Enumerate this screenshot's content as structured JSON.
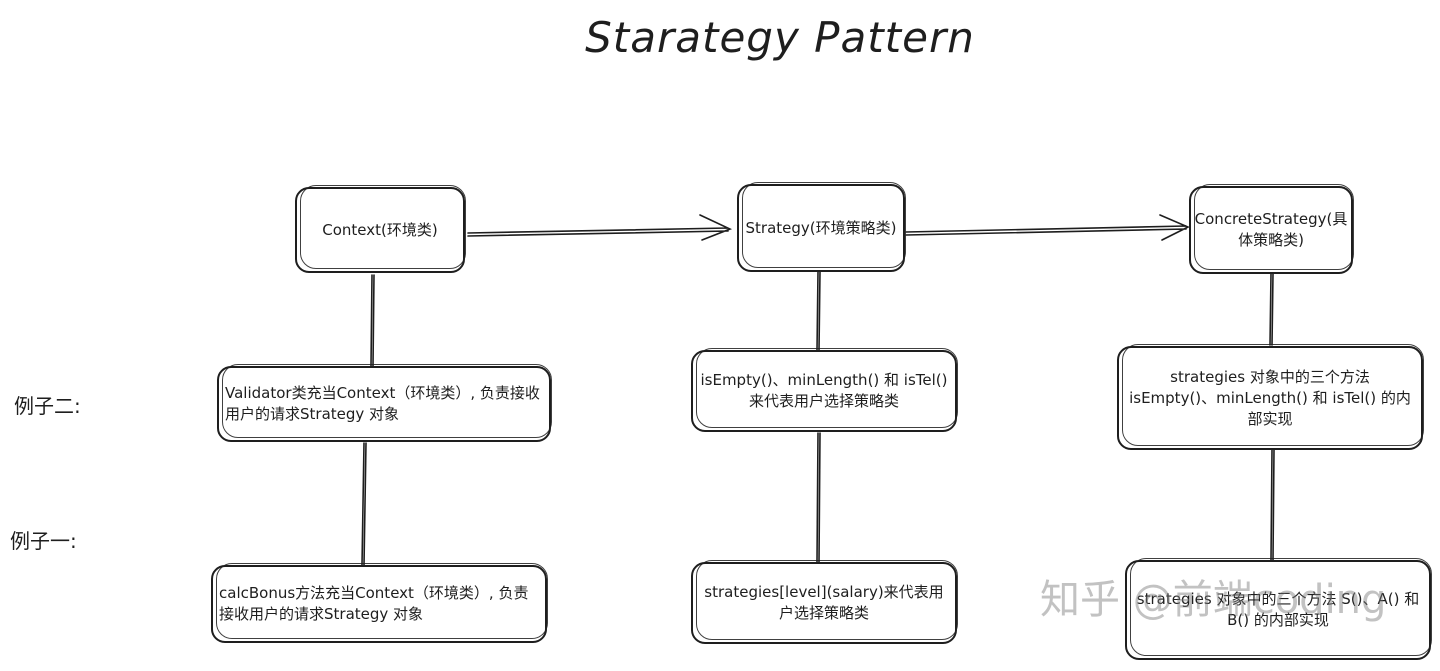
{
  "title": "Starategy Pattern",
  "row_labels": {
    "example2": "例子二:",
    "example1": "例子一:"
  },
  "top": {
    "context": "Context(环境类)",
    "strategy": "Strategy(环境策略类)",
    "concrete": "ConcreteStrategy(具体策略类)"
  },
  "example2": {
    "context": "Validator类充当Context（环境类）, 负责接收用户的请求Strategy 对象",
    "strategy": "isEmpty()、minLength() 和 isTel()来代表用户选择策略类",
    "concrete": "strategies 对象中的三个方法 isEmpty()、minLength() 和 isTel() 的内部实现"
  },
  "example1": {
    "context": "calcBonus方法充当Context（环境类）, 负责接收用户的请求Strategy 对象",
    "strategy": "strategies[level](salary)来代表用户选择策略类",
    "concrete": "strategies 对象中的三个方法 S()、A() 和B() 的内部实现"
  },
  "watermark": "知乎 @前端coding"
}
